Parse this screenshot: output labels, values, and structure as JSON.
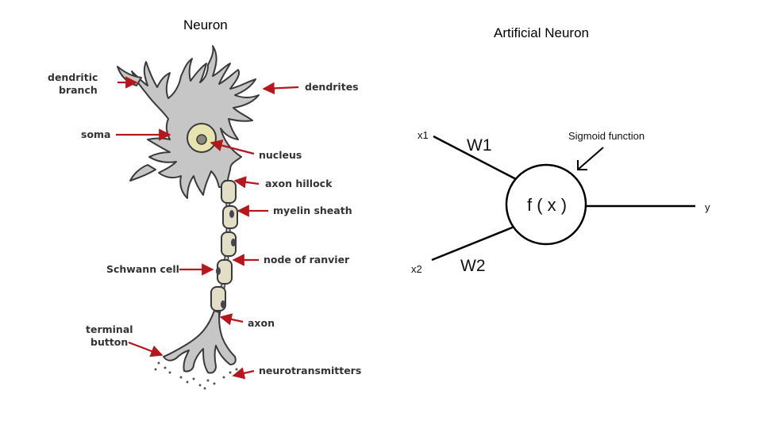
{
  "titles": {
    "left": "Neuron",
    "right": "Artificial Neuron"
  },
  "neuron_labels": {
    "dendritic_branch_1": "dendritic",
    "dendritic_branch_2": "branch",
    "dendrites": "dendrites",
    "soma": "soma",
    "nucleus": "nucleus",
    "axon_hillock": "axon hillock",
    "myelin_sheath": "myelin sheath",
    "schwann_cell": "Schwann cell",
    "node_of_ranvier": "node of ranvier",
    "axon": "axon",
    "terminal_button_1": "terminal",
    "terminal_button_2": "button",
    "neurotransmitters": "neurotransmitters"
  },
  "artificial_neuron": {
    "input1": "x1",
    "input2": "x2",
    "weight1": "W1",
    "weight2": "W2",
    "function": "f ( x )",
    "function_annotation": "Sigmoid function",
    "output": "y"
  },
  "colors": {
    "arrow": "#b5171c",
    "cell_fill": "#c6c6c6",
    "cell_stroke": "#3a3a3a",
    "nucleus_fill": "#e8e4b0",
    "myelin_fill": "#e3dfc6"
  }
}
